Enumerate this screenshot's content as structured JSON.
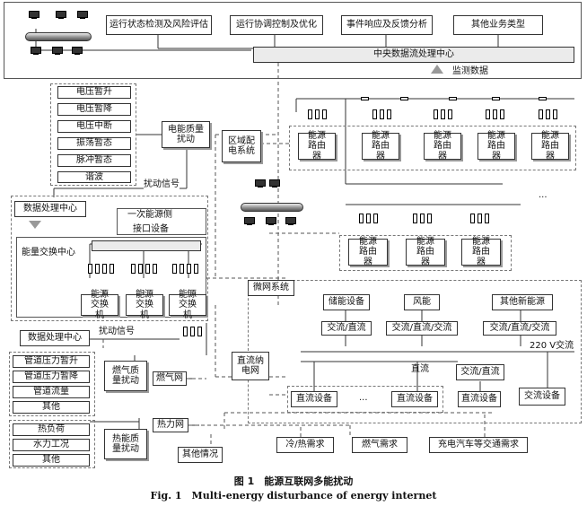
{
  "top_boxes": [
    "运行状态检测及风险评估",
    "运行协调控制及优化",
    "事件响应及反馈分析",
    "其他业务类型"
  ],
  "central_center": "中央数据流处理中心",
  "monitoring_data": "监测数据",
  "elec_disturbances": [
    "电压暂升",
    "电压暂降",
    "电压中断",
    "振荡暂态",
    "脉冲暂态",
    "谐波"
  ],
  "elec_quality": "电能质量扰动",
  "disturbance_signal": "扰动信号",
  "distribution_system": "区域配电系统",
  "energy_router": "能源路由器",
  "data_center": "数据处理中心",
  "primary_side": "一次能源侧",
  "interface": "接口设备",
  "exchange_center": "能量交换中心",
  "energy_switch": "能源交换机",
  "microgrid": "微网系统",
  "micro_sources": [
    "储能设备",
    "风能",
    "其他新能源"
  ],
  "converters": [
    "交流/直流",
    "交流/直流/交流",
    "交流/直流/交流"
  ],
  "ac_bus": "220 V交流",
  "dc_label": "直流",
  "dc_ac_converter": "交流/直流",
  "dc_device": "直流设备",
  "ac_device": "交流设备",
  "ellipsis": "...",
  "dc_grid": "直流纳电网",
  "gas_grid": "燃气网",
  "heat_grid": "热力网",
  "gas_disturbances": [
    "管道压力暂升",
    "管道压力暂降",
    "管道流量",
    "其他"
  ],
  "gas_quality": "燃气质量扰动",
  "heat_disturbances": [
    "热负荷",
    "水力工况",
    "其他"
  ],
  "heat_quality": "热能质量扰动",
  "other_conditions": "其他情况",
  "demands": [
    "冷/热需求",
    "燃气需求",
    "充电汽车等交通需求"
  ],
  "caption_cn": "图 1　能源互联网多能扰动",
  "caption_en": "Fig. 1　Multi-energy disturbance of energy internet"
}
